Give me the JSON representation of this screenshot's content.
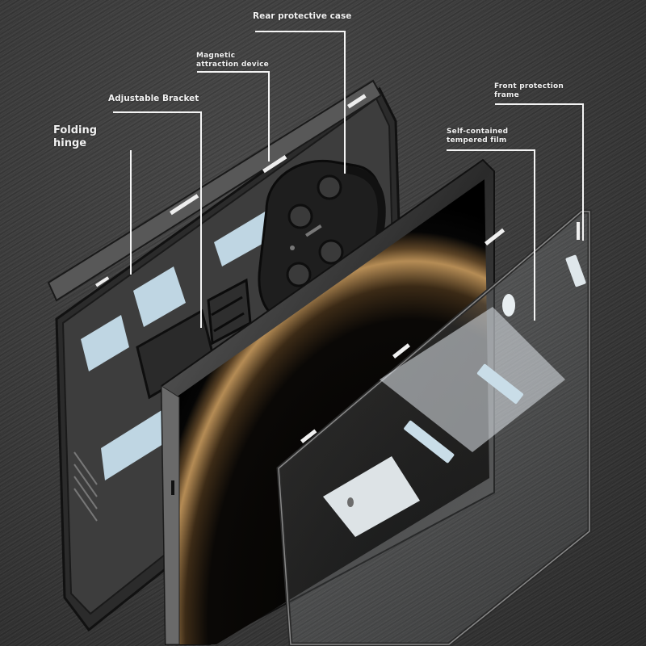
{
  "diagram": {
    "type": "exploded-product-view",
    "subject": "Foldable phone case components",
    "background_color": "#3a3a3a",
    "accent_color": "#c8a26a",
    "leader_line_color": "#f4f4f4"
  },
  "labels": {
    "rear_case": "Rear protective case",
    "magnetic_line1": "Magnetic",
    "magnetic_line2": "attraction device",
    "bracket": "Adjustable Bracket",
    "hinge_line1": "Folding",
    "hinge_line2": "hinge",
    "front_frame_line1": "Front protection",
    "front_frame_line2": "frame",
    "film_line1": "Self-contained",
    "film_line2": "tempered film"
  }
}
